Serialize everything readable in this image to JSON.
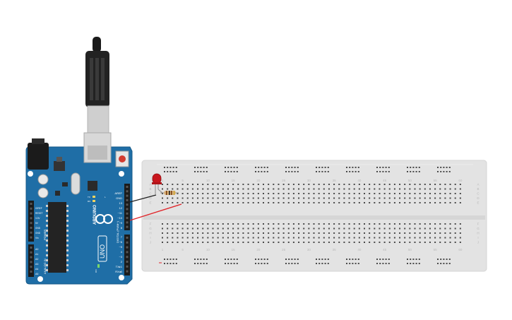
{
  "arduino": {
    "brand": "ARDUINO",
    "model": "UNO",
    "header_top": "DIGITAL (PWM~)",
    "power_title": "POWER",
    "analog_title": "ANALOG IN",
    "digital_pins": [
      "AREF",
      "GND",
      "13",
      "12",
      "~11",
      "~10",
      "~9",
      "8",
      "7",
      "~6",
      "~5",
      "4",
      "~3",
      "2",
      "TX▸1",
      "RX◂0"
    ],
    "power_pins": [
      "IOREF",
      "RESET",
      "3.3V",
      "5V",
      "GND",
      "GND",
      "Vin"
    ],
    "analog_pins": [
      "A0",
      "A1",
      "A2",
      "A3",
      "A4",
      "A5"
    ],
    "small_labels": [
      "TX",
      "RX",
      "L",
      "ON"
    ]
  },
  "breadboard": {
    "column_numbers": [
      "1",
      "5",
      "10",
      "15",
      "20",
      "25",
      "30",
      "35",
      "40",
      "45",
      "50",
      "55",
      "60"
    ],
    "rows_top": [
      "A",
      "B",
      "C",
      "D",
      "E"
    ],
    "rows_bottom": [
      "F",
      "G",
      "H",
      "I",
      "J"
    ]
  },
  "components": {
    "led": "LED",
    "resistor": "Resistor",
    "usb": "USB cable"
  },
  "colors": {
    "board": "#1f6ea6",
    "breadboard": "#e3e3e3",
    "hole": "#4a4a4a",
    "wire_red": "#e0262b",
    "wire_black": "#222222",
    "led_red": "#c8161d"
  }
}
